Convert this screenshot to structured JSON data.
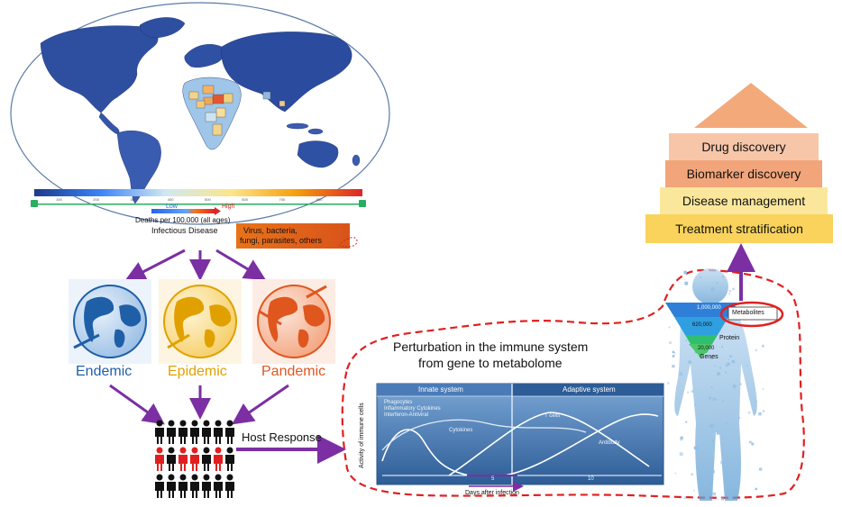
{
  "map": {
    "scale_low": "Low",
    "scale_high": "High",
    "deaths_caption": "Deaths per 100,000 (all ages)",
    "disease_caption": "Infectious Disease",
    "tick_labels": [
      "100",
      "200",
      "300",
      "400",
      "500",
      "600",
      "700",
      "800"
    ],
    "scale_colors": [
      "#1e3a8a",
      "#2563eb",
      "#60a5fa",
      "#cfe8f3",
      "#fde68a",
      "#f59e0b",
      "#dc2626"
    ]
  },
  "pathogens": {
    "line1": "Virus, bacteria,",
    "line2": "fungi, parasites, others",
    "color": "#e8731a"
  },
  "globes": [
    {
      "label": "Endemic",
      "color": "#1f5fa8"
    },
    {
      "label": "Epidemic",
      "color": "#e0a100"
    },
    {
      "label": "Pandemic",
      "color": "#e0561f"
    }
  ],
  "host_response": "Host Response",
  "perturbation": {
    "line1": "Perturbation in the immune system",
    "line2": "from  gene to metabolome"
  },
  "immune_chart": {
    "innate_title": "Innate system",
    "adaptive_title": "Adaptive system",
    "innate_items": [
      "Phagocytes",
      "Inflammatory Cytokines",
      "Interferon-Antiviral"
    ],
    "cytokines": "Cytokines",
    "tcells": "T cells",
    "antibody": "Antibody",
    "ylabel": "Activity of immune cells",
    "xlabel": "Days after infection",
    "xtick_5": "5",
    "xtick_10": "10"
  },
  "omics": {
    "metabolites_count": "1,000,000",
    "metabolites": "Metabolites",
    "protein_count": "620,000",
    "protein": "Protein",
    "genes_count": "20,000",
    "genes": "Genes"
  },
  "pyramid": [
    {
      "label": "Drug discovery",
      "color": "#f7c6a8"
    },
    {
      "label": "Biomarker discovery",
      "color": "#f2a57a"
    },
    {
      "label": "Disease management",
      "color": "#fbe79c"
    },
    {
      "label": "Treatment stratification",
      "color": "#f9d35c"
    }
  ],
  "colors": {
    "arrow": "#7b2fa3",
    "dashed": "#e02020",
    "roof": "#f4a97a"
  }
}
